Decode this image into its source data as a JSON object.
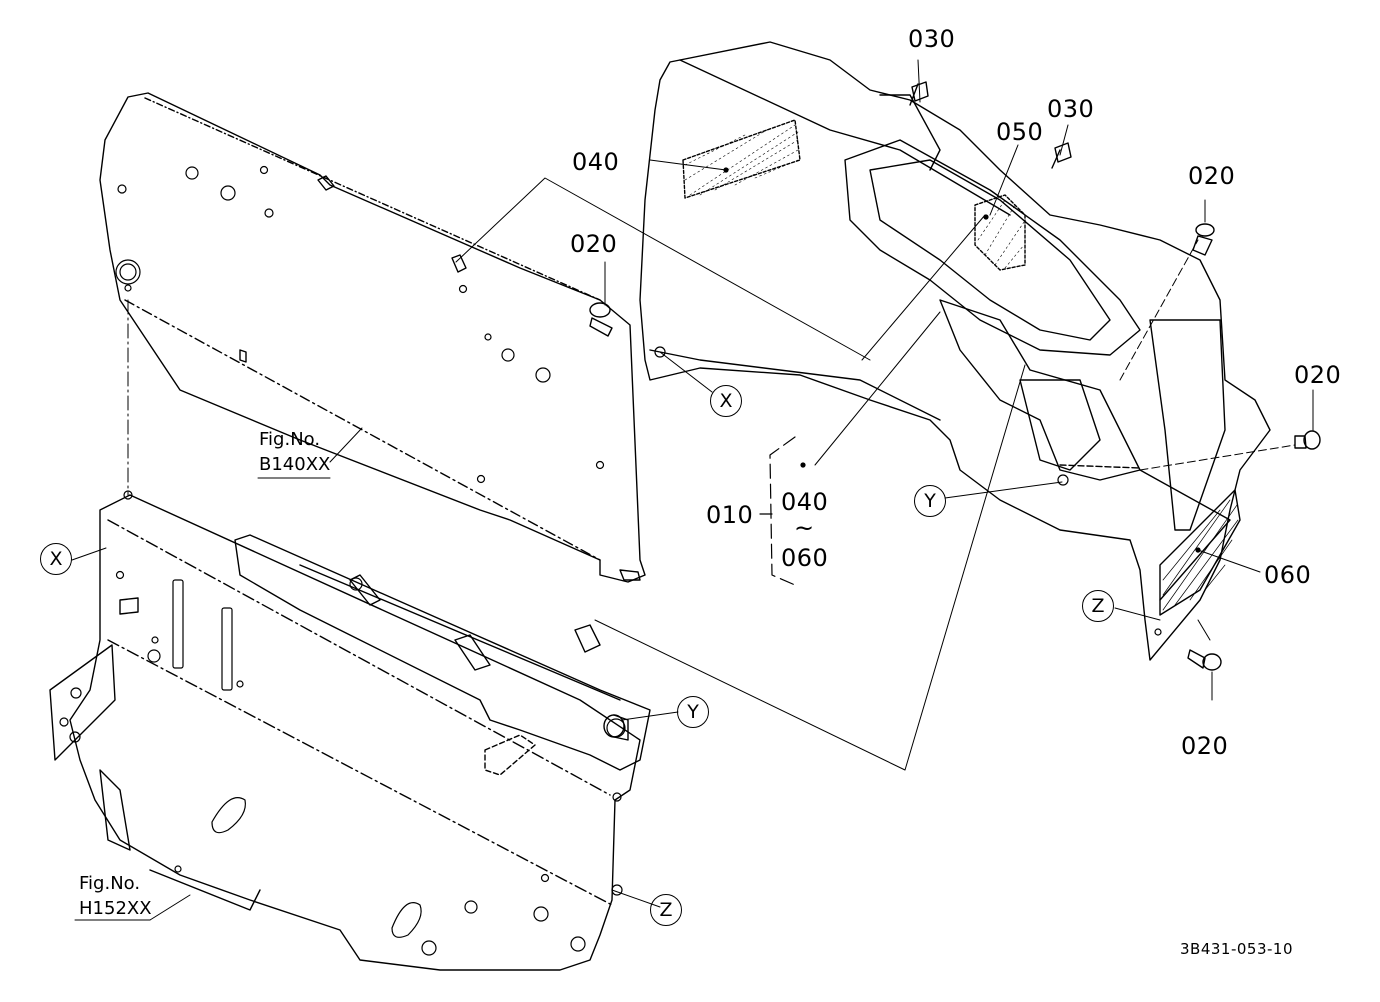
{
  "parts": {
    "p030_top": "030",
    "p030_mid": "030",
    "p050": "050",
    "p040": "040",
    "p020_left": "020",
    "p020_upper_right": "020",
    "p020_right": "020",
    "p020_bottom": "020",
    "p010": "010",
    "p040_range": "040",
    "range_tilde": "~",
    "p060_range": "060",
    "p060": "060"
  },
  "refs": {
    "x_upper": "X",
    "x_lower": "X",
    "y_upper": "Y",
    "y_lower": "Y",
    "z_upper": "Z",
    "z_lower": "Z"
  },
  "fig_refs": {
    "upper_line1": "Fig.No.",
    "upper_line2": "B140XX",
    "lower_line1": "Fig.No.",
    "lower_line2": "H152XX"
  },
  "drawing_code": "3B431-053-10"
}
